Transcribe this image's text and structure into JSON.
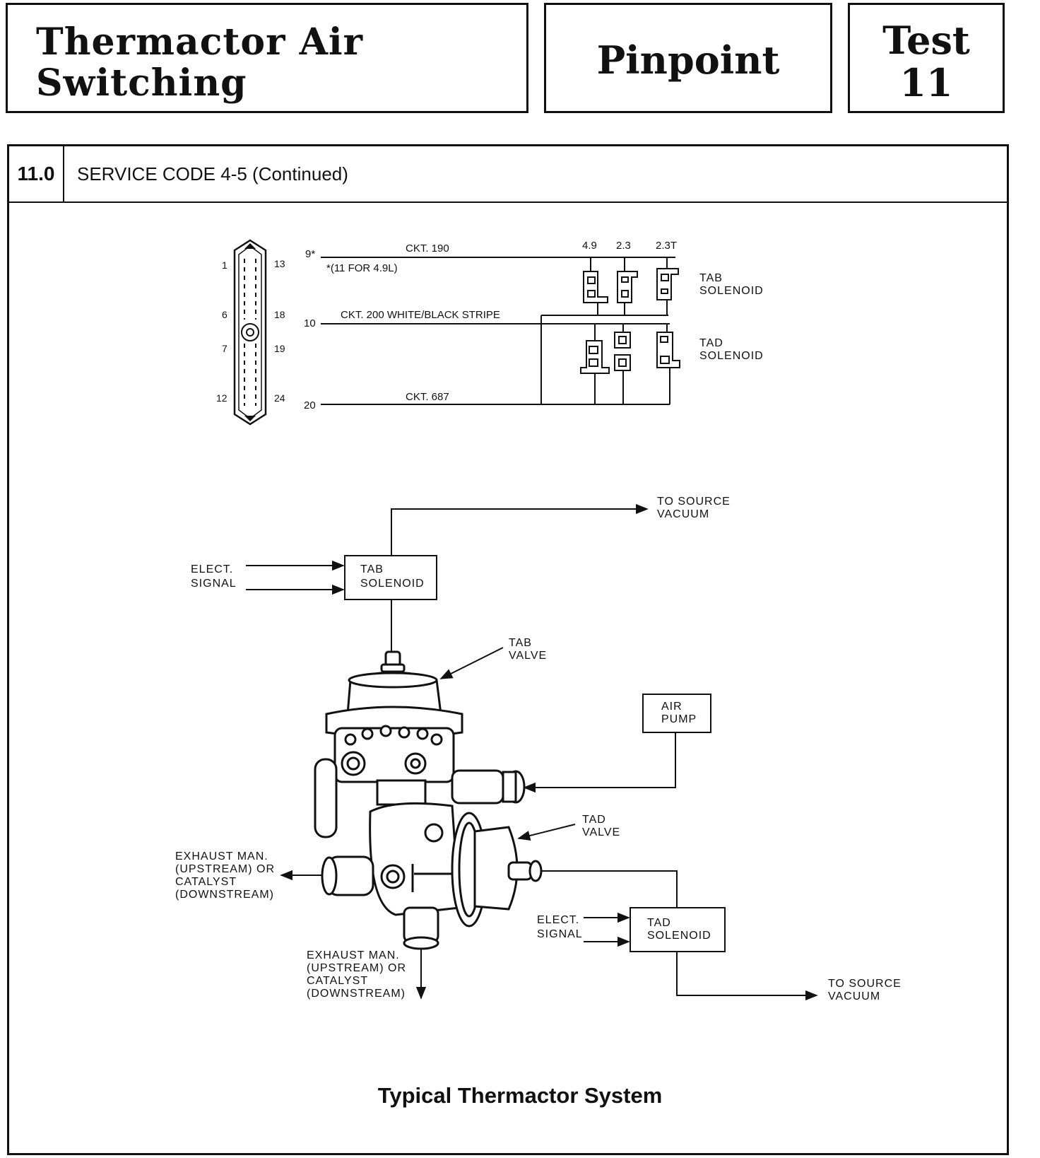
{
  "header": {
    "title_line1": "Thermactor Air",
    "title_line2": "Switching",
    "middle": "Pinpoint",
    "test_label": "Test",
    "test_number": "11"
  },
  "step": {
    "number": "11.0",
    "title": "SERVICE CODE 4-5 (Continued)"
  },
  "wiring": {
    "pins_left": [
      "1",
      "6",
      "7",
      "12"
    ],
    "pins_right": [
      "13",
      "18",
      "19",
      "24"
    ],
    "wire1_pin": "9*",
    "wire1_note": "*(11 FOR 4.9L)",
    "wire1_label": "CKT. 190",
    "wire2_pin": "10",
    "wire2_label": "CKT. 200 WHITE/BLACK STRIPE",
    "wire3_pin": "20",
    "wire3_label": "CKT. 687",
    "engines": [
      "4.9",
      "2.3",
      "2.3T"
    ],
    "tab_label_1": "TAB",
    "tab_label_2": "SOLENOID",
    "tad_label_1": "TAD",
    "tad_label_2": "SOLENOID"
  },
  "system": {
    "to_source_1a": "TO SOURCE",
    "to_source_1b": "VACUUM",
    "elect_1a": "ELECT.",
    "elect_1b": "SIGNAL",
    "tab_box_1": "TAB",
    "tab_box_2": "SOLENOID",
    "tab_valve_1": "TAB",
    "tab_valve_2": "VALVE",
    "air_pump_1": "AIR",
    "air_pump_2": "PUMP",
    "tad_valve_1": "TAD",
    "tad_valve_2": "VALVE",
    "exhaust_left": [
      "EXHAUST MAN.",
      "(UPSTREAM) OR",
      "CATALYST",
      "(DOWNSTREAM)"
    ],
    "exhaust_bottom": [
      "EXHAUST MAN.",
      "(UPSTREAM) OR",
      "CATALYST",
      "(DOWNSTREAM)"
    ],
    "elect_2a": "ELECT.",
    "elect_2b": "SIGNAL",
    "tad_box_1": "TAD",
    "tad_box_2": "SOLENOID",
    "to_source_2a": "TO SOURCE",
    "to_source_2b": "VACUUM"
  },
  "caption": "Typical Thermactor System"
}
